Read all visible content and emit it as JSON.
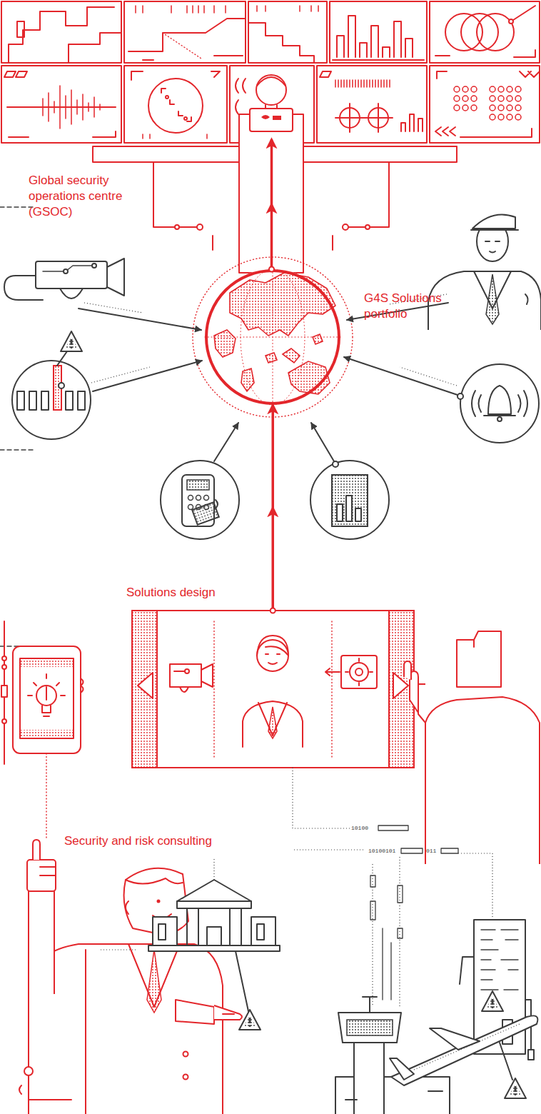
{
  "diagram": {
    "nodes": [
      {
        "text": [
          "Global security operations centre (GSOC)"
        ]
      },
      {
        "text": [
          "G4S Solutions portfolio"
        ]
      },
      {
        "text": [
          "Solutions design"
        ]
      },
      {
        "text": [
          "Security and risk consulting"
        ]
      }
    ],
    "edges": [
      {
        "from": 1,
        "to": 0,
        "arrow": "to"
      },
      {
        "from": 2,
        "to": 1,
        "arrow": "to"
      }
    ],
    "labels": [
      "10100",
      "10100101",
      "011"
    ]
  }
}
